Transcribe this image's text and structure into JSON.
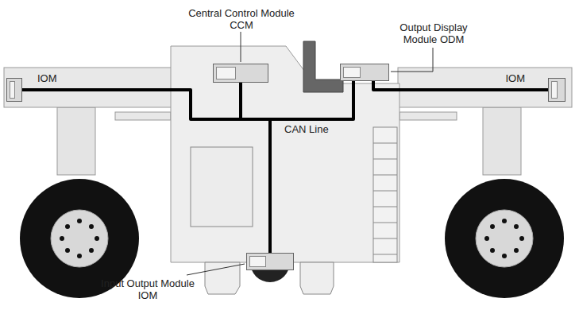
{
  "diagram": {
    "nodes": [
      {
        "text": [
          "Central Control Module CCM"
        ]
      },
      {
        "text": [
          "Output Display Module ODM"
        ]
      },
      {
        "text": [
          "IOM"
        ]
      },
      {
        "text": [
          "IOM"
        ]
      },
      {
        "text": [
          "Input Output Module IOM"
        ]
      }
    ],
    "edges": [
      {
        "from": 2,
        "to": 0,
        "arrow": "none"
      },
      {
        "from": 0,
        "to": 1,
        "arrow": "none"
      },
      {
        "from": 1,
        "to": 3,
        "arrow": "none"
      },
      {
        "from": 0,
        "to": 4,
        "arrow": "none"
      }
    ],
    "labels": [
      "CAN Line"
    ]
  }
}
